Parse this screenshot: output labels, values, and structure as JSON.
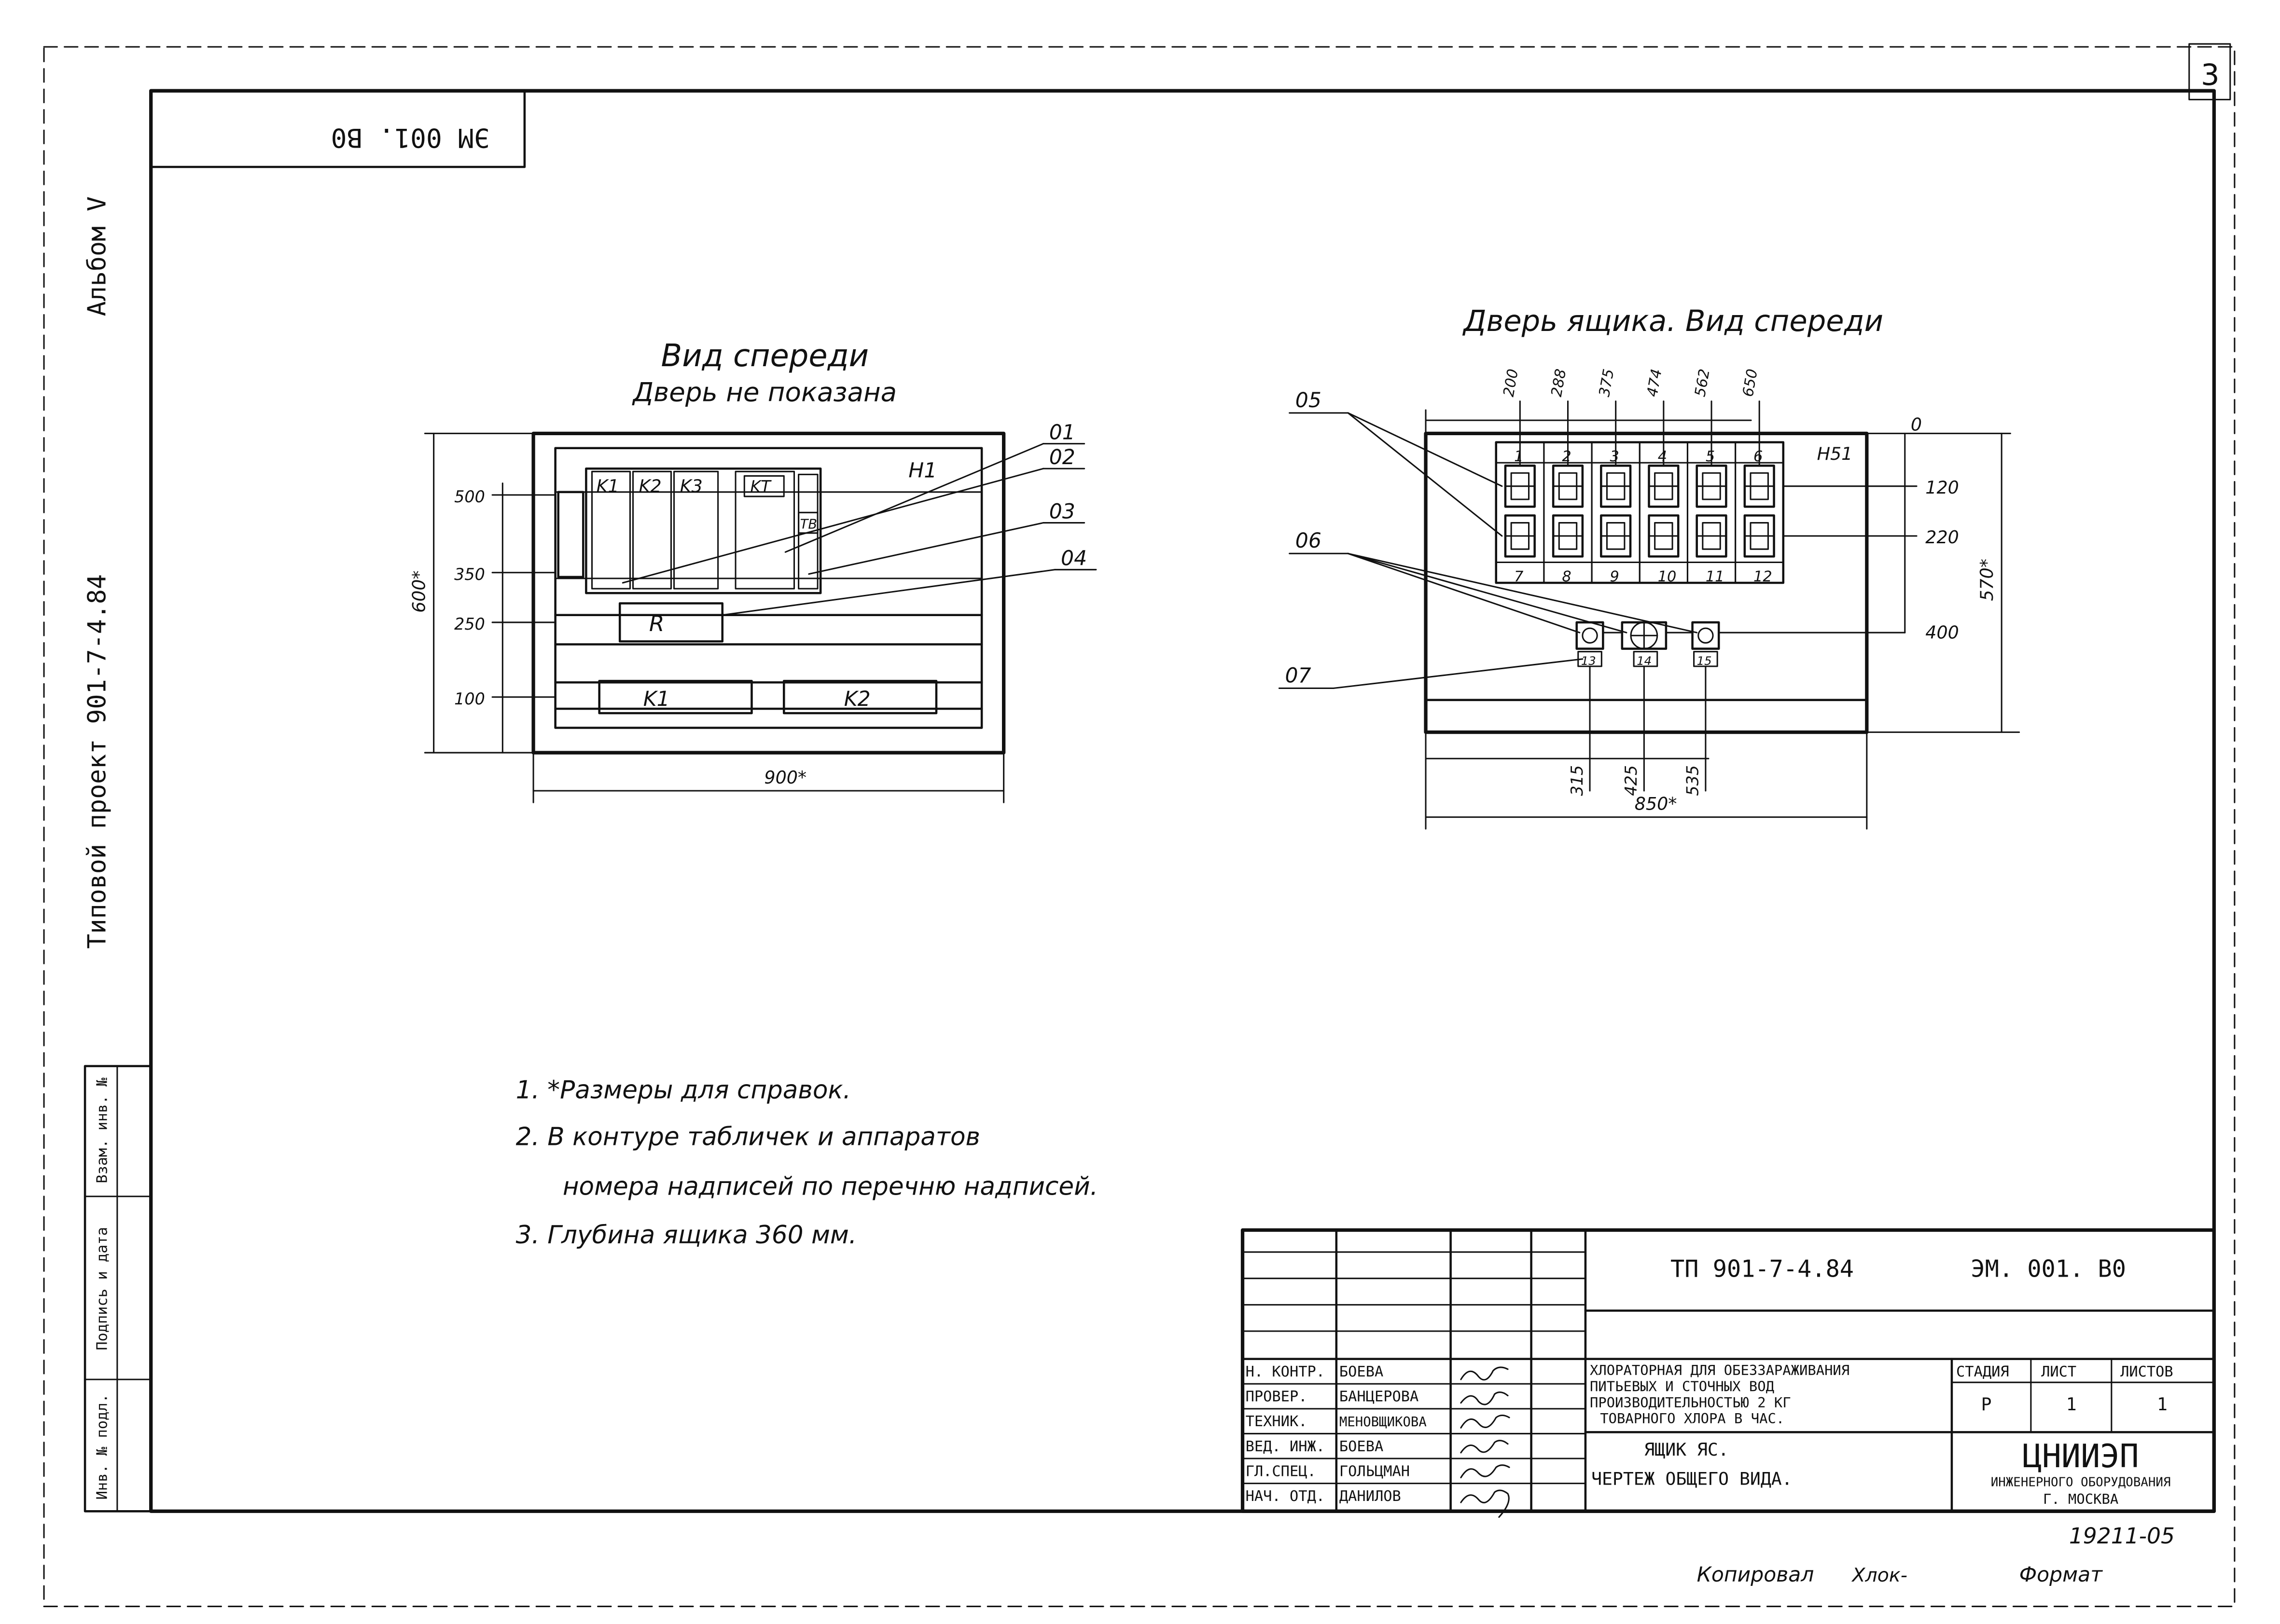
{
  "sheet_number": "3",
  "stamp_top": "ЭМ 001. В0",
  "side": {
    "album": "Альбом V",
    "project": "Типовой проект 901-7-4.84",
    "left_cols": [
      "Инв. № подл.",
      "Подпись и дата",
      "Взам. инв. №"
    ]
  },
  "front_view": {
    "title": "Вид спереди",
    "subtitle": "Дверь не показана",
    "dim_width": "900*",
    "dim_height": "600*",
    "levels": [
      "500",
      "350",
      "250",
      "100"
    ],
    "components": {
      "k1": "K1",
      "k2": "K2",
      "k3": "K3",
      "kt": "KT",
      "h1": "H1",
      "tb": "ТВ",
      "r": "R",
      "bottom_k1": "K1",
      "bottom_k2": "K2"
    },
    "callouts": [
      "01",
      "02",
      "03",
      "04"
    ]
  },
  "door_view": {
    "title": "Дверь ящика. Вид спереди",
    "callouts": [
      "05",
      "06",
      "07"
    ],
    "top_dims": [
      "200",
      "288",
      "375",
      "474",
      "562",
      "650"
    ],
    "right_dims": [
      "0",
      "120",
      "220",
      "400"
    ],
    "dim_height": "570*",
    "dim_width": "850*",
    "bottom_dims": [
      "315",
      "425",
      "535"
    ],
    "upper_labels": [
      "1",
      "2",
      "3",
      "4",
      "5",
      "6"
    ],
    "lower_labels": [
      "7",
      "8",
      "9",
      "10",
      "11",
      "12"
    ],
    "hs_label": "H51",
    "button_labels": [
      "13",
      "14",
      "15"
    ]
  },
  "notes": [
    "1. *Размеры для справок.",
    "2. В контуре табличек и аппаратов",
    "номера надписей по перечню надписей.",
    "3. Глубина ящика 360 мм."
  ],
  "title_block": {
    "code_tp": "ТП  901-7-4.84",
    "code_em": "ЭМ. 001. В0",
    "roles": [
      "Н. КОНТР.",
      "ПРОВЕР.",
      "ТЕХНИК.",
      "ВЕД. ИНЖ.",
      "ГЛ.СПЕЦ.",
      "НАЧ. ОТД."
    ],
    "names": [
      "БОЕВА",
      "БАНЦЕРОВА",
      "МЕНОВЩИКОВА",
      "БОЕВА",
      "ГОЛЬЦМАН",
      "ДАНИЛОВ"
    ],
    "project_lines": [
      "ХЛОРАТОРНАЯ ДЛЯ ОБЕЗЗАРАЖИВАНИЯ",
      "ПИТЬЕВЫХ И СТОЧНЫХ ВОД",
      "ПРОИЗВОДИТЕЛЬНОСТЬЮ 2 КГ",
      "ТОВАРНОГО ХЛОРА В ЧАС."
    ],
    "drawing_lines": [
      "ЯЩИК ЯС.",
      "ЧЕРТЕЖ ОБЩЕГО ВИДА."
    ],
    "stage_label": "СТАДИЯ",
    "sheet_label": "ЛИСТ",
    "sheets_label": "ЛИСТОВ",
    "stage": "Р",
    "sheet": "1",
    "sheets": "1",
    "org": "ЦНИИЭП",
    "org_sub": "ИНЖЕНЕРНОГО ОБОРУДОВАНИЯ",
    "org_city": "Г. МОСКВА"
  },
  "inventory_number": "19211-05",
  "copied_by": "Копировал",
  "copied_sign": "Хлок-",
  "format_label": "Формат"
}
